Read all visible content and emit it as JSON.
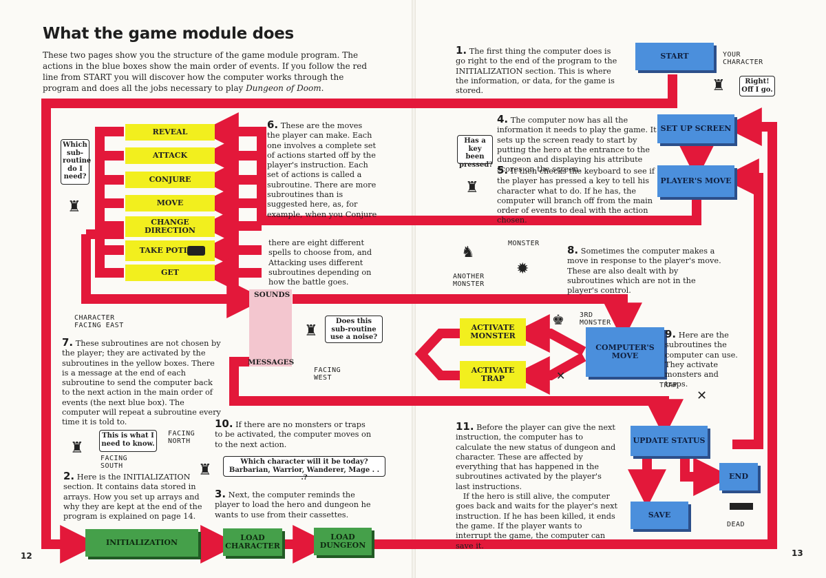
{
  "title": "What the game module does",
  "intro": {
    "pre": "These two pages show you the structure of the game module program. The actions in the blue boxes show the main order of events. If you follow the red line from START you will discover how the computer works through the program and does all the jobs necessary to play ",
    "game": "Dungeon of Doom",
    "post": "."
  },
  "subroutines": [
    "REVEAL",
    "ATTACK",
    "CONJURE",
    "MOVE",
    "CHANGE DIRECTION",
    "TAKE POTION",
    "GET"
  ],
  "sounds_label": "SOUNDS",
  "messages_label": "MESSAGES",
  "blue_boxes": {
    "start": "START",
    "setup": "SET UP SCREEN",
    "players_move": "PLAYER'S MOVE",
    "computers_move": "COMPUTER'S MOVE",
    "update": "UPDATE STATUS",
    "end": "END",
    "save": "SAVE"
  },
  "activate": {
    "monster": "ACTIVATE MONSTER",
    "trap": "ACTIVATE TRAP"
  },
  "green_boxes": {
    "init": "INITIALIZATION",
    "load_char": "LOAD CHARACTER",
    "load_dungeon": "LOAD DUNGEON"
  },
  "notes": {
    "n1": {
      "num": "1.",
      "text": "The first thing the computer does is go right to the end of the program to the INITIALIZATION section. This is where the information, or data, for the game is stored."
    },
    "n2": {
      "num": "2.",
      "text": "Here is the INITIALIZATION section. It contains data stored in arrays. How you set up arrays and why they are kept at the end of the program is explained on page 14."
    },
    "n3": {
      "num": "3.",
      "text": "Next, the computer reminds the player to load the hero and dungeon he wants to use from their cassettes."
    },
    "n4": {
      "num": "4.",
      "text": "The computer now has all the information it needs to play the game. It sets up the screen ready to start by putting the hero at the entrance to the dungeon and displaying his attribute scores on the screen."
    },
    "n5": {
      "num": "5.",
      "text": "It then checks the keyboard to see if the player has pressed a key to tell his character what to do. If he has, the computer will branch off from the main order of events to deal with the action chosen."
    },
    "n6a": {
      "num": "6.",
      "text": "These are the moves the player can make. Each one involves a complete set of actions started off by the player's instruction. Each set of actions is called a subroutine. There are more subroutines than is suggested here, as, for example, when you Conjure"
    },
    "n6b": "there are eight different spells to choose from, and Attacking uses different subroutines depending on how the battle goes.",
    "n7": {
      "num": "7.",
      "text": "These subroutines are not chosen by the player; they are activated by the subroutines in the yellow boxes. There is a message at the end of each subroutine to send the computer back to the next action in the main order of events (the next blue box). The computer will repeat a subroutine every time it is told to."
    },
    "n8": {
      "num": "8.",
      "text": "Sometimes the computer makes a move in response to the player's move. These are also dealt with by subroutines which are not in the player's control."
    },
    "n9": {
      "num": "9.",
      "text": "Here are the subroutines the computer can use. They activate monsters and traps."
    },
    "n10": {
      "num": "10.",
      "text": "If there are no monsters or traps to be activated, the computer moves on to the next action."
    },
    "n11": {
      "num": "11.",
      "text": "Before the player can give the next instruction, the computer has to calculate the new status of dungeon and character. These are affected by everything that has happened in the subroutines activated by the player's last instructions.",
      "text2": "If the hero is still alive, the computer goes back and waits for the player's next instruction. If he has been killed, it ends the game. If the player wants to interrupt the game, the computer can save it."
    }
  },
  "bubbles": {
    "which_sub": "Which sub-routine do I need?",
    "key": "Has a key been pressed?",
    "right": "Right! Off I go.",
    "noise": "Does this sub-routine use a noise?",
    "know": "This is what I need to know.",
    "character": "Which character will it be today? Barbarian, Warrior, Wanderer, Mage . . .?"
  },
  "labels": {
    "your_character": "YOUR CHARACTER",
    "char_facing_east": "CHARACTER FACING EAST",
    "facing_west": "FACING WEST",
    "facing_north": "FACING NORTH",
    "facing_south": "FACING SOUTH",
    "monster": "MONSTER",
    "another_monster": "ANOTHER MONSTER",
    "third_monster": "3RD MONSTER",
    "trap": "TRAP",
    "dead": "DEAD"
  },
  "page_numbers": {
    "left": "12",
    "right": "13"
  },
  "colors": {
    "flow_line": "#e3183a",
    "blue_box": "#4b8fdc",
    "yellow_box": "#f2ef1e",
    "green_box": "#45a04a",
    "pink_box": "#f3c6cf"
  }
}
